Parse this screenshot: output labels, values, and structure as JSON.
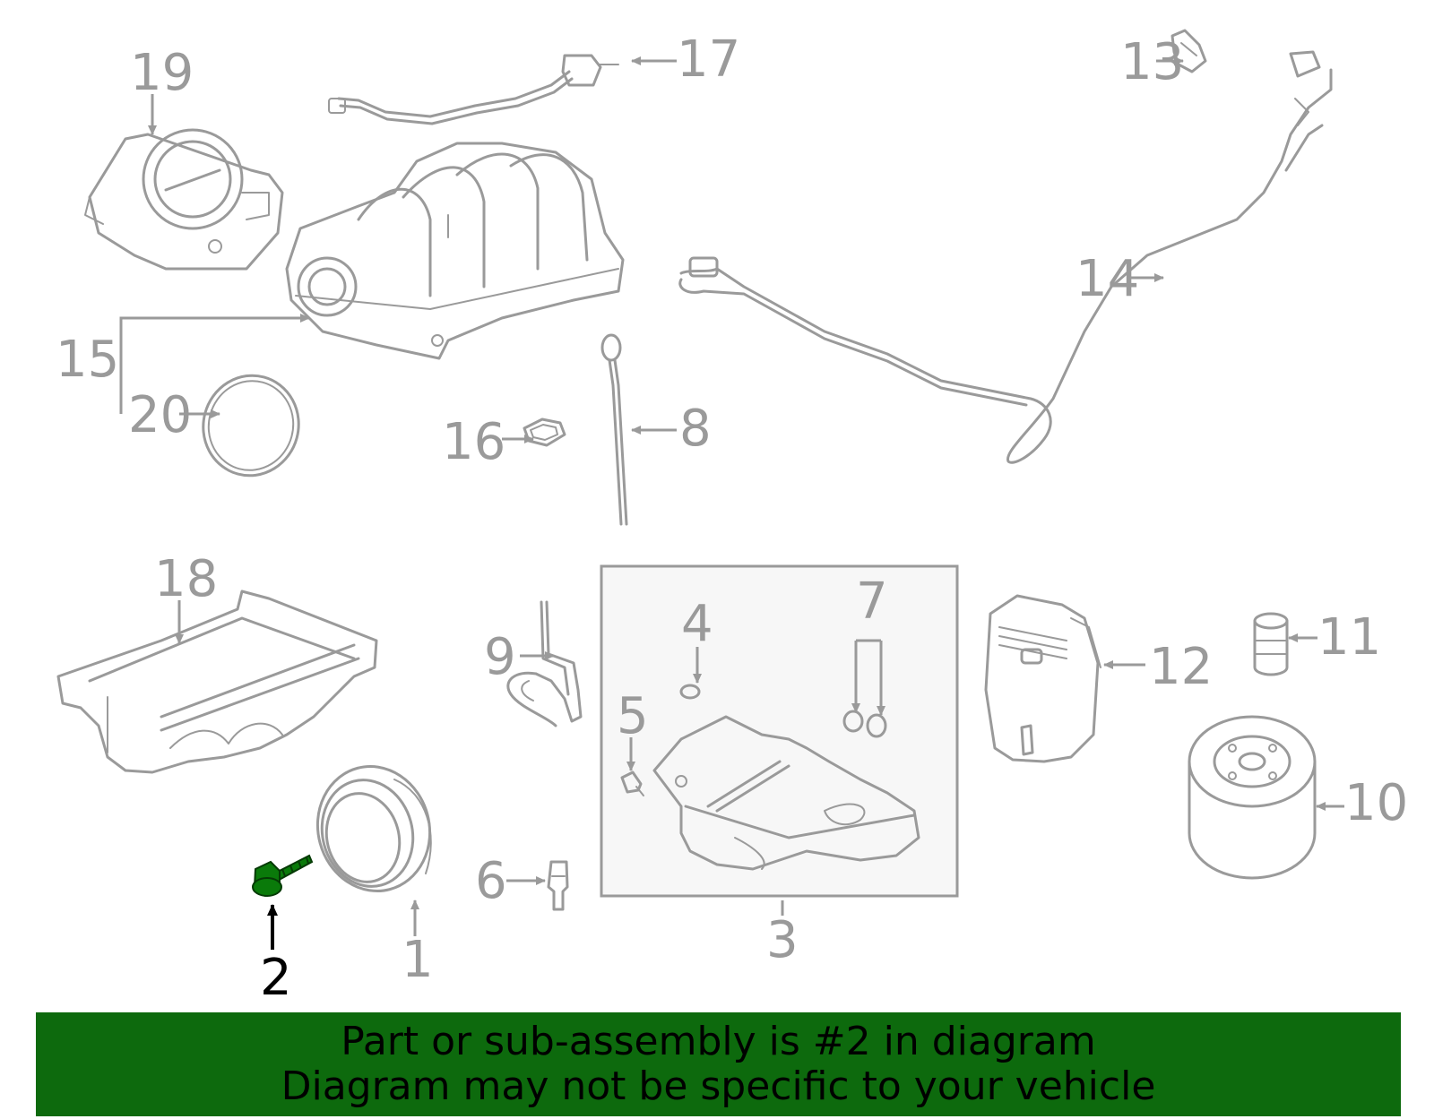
{
  "callouts": {
    "c1": "1",
    "c2": "2",
    "c3": "3",
    "c4": "4",
    "c5": "5",
    "c6": "6",
    "c7": "7",
    "c8": "8",
    "c9": "9",
    "c10": "10",
    "c11": "11",
    "c12": "12",
    "c13": "13",
    "c14": "14",
    "c15": "15",
    "c16": "16",
    "c17": "17",
    "c18": "18",
    "c19": "19",
    "c20": "20"
  },
  "highlighted_part": "2",
  "colors": {
    "part_line": "#9a9a9a",
    "highlight_part": "#0a7a0a",
    "banner_bg": "#0d6a0d",
    "banner_text": "#000000"
  },
  "banner": {
    "line1": "Part or sub-assembly is #2 in diagram",
    "line2": "Diagram may not be specific to your vehicle"
  }
}
